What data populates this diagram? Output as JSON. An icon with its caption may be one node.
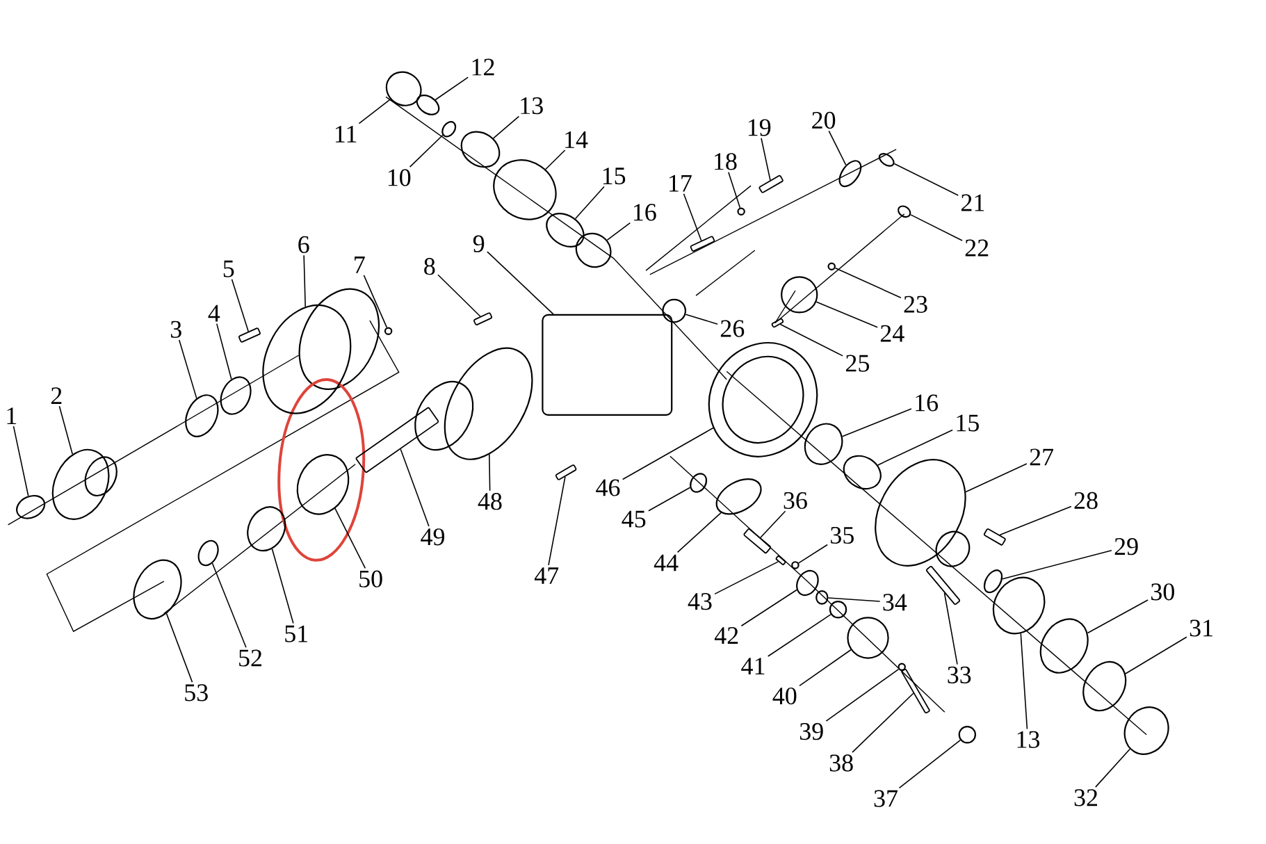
{
  "diagram": {
    "nodes": [
      {
        "text": [
          "1"
        ]
      },
      {
        "text": [
          "2"
        ]
      },
      {
        "text": [
          "3"
        ]
      },
      {
        "text": [
          "4"
        ]
      },
      {
        "text": [
          "5"
        ]
      },
      {
        "text": [
          "6"
        ]
      },
      {
        "text": [
          "7"
        ]
      },
      {
        "text": [
          "8"
        ]
      },
      {
        "text": [
          "9"
        ]
      },
      {
        "text": [
          "10"
        ]
      },
      {
        "text": [
          "11"
        ]
      },
      {
        "text": [
          "12"
        ]
      },
      {
        "text": [
          "13"
        ]
      },
      {
        "text": [
          "14"
        ]
      },
      {
        "text": [
          "15"
        ]
      },
      {
        "text": [
          "16"
        ]
      },
      {
        "text": [
          "17"
        ]
      },
      {
        "text": [
          "18"
        ]
      },
      {
        "text": [
          "19"
        ]
      },
      {
        "text": [
          "20"
        ]
      },
      {
        "text": [
          "21"
        ]
      },
      {
        "text": [
          "22"
        ]
      },
      {
        "text": [
          "23"
        ]
      },
      {
        "text": [
          "24"
        ]
      },
      {
        "text": [
          "25"
        ]
      },
      {
        "text": [
          "26"
        ]
      },
      {
        "text": [
          "16"
        ]
      },
      {
        "text": [
          "15"
        ]
      },
      {
        "text": [
          "27"
        ]
      },
      {
        "text": [
          "28"
        ]
      },
      {
        "text": [
          "29"
        ]
      },
      {
        "text": [
          "30"
        ]
      },
      {
        "text": [
          "31"
        ]
      },
      {
        "text": [
          "32"
        ]
      },
      {
        "text": [
          "13"
        ]
      },
      {
        "text": [
          "33"
        ]
      },
      {
        "text": [
          "34"
        ]
      },
      {
        "text": [
          "35"
        ]
      },
      {
        "text": [
          "36"
        ]
      },
      {
        "text": [
          "37"
        ]
      },
      {
        "text": [
          "38"
        ]
      },
      {
        "text": [
          "39"
        ]
      },
      {
        "text": [
          "40"
        ]
      },
      {
        "text": [
          "41"
        ]
      },
      {
        "text": [
          "42"
        ]
      },
      {
        "text": [
          "43"
        ]
      },
      {
        "text": [
          "44"
        ]
      },
      {
        "text": [
          "45"
        ]
      },
      {
        "text": [
          "46"
        ]
      },
      {
        "text": [
          "47"
        ]
      },
      {
        "text": [
          "48"
        ]
      },
      {
        "text": [
          "49"
        ]
      },
      {
        "text": [
          "50"
        ]
      },
      {
        "text": [
          "51"
        ]
      },
      {
        "text": [
          "52"
        ]
      },
      {
        "text": [
          "53"
        ]
      },
      {
        "text": [],
        "shape": "circle"
      },
      {
        "text": [],
        "shape": "circle"
      },
      {
        "text": [],
        "shape": "circle"
      },
      {
        "text": [],
        "shape": "circle"
      },
      {
        "text": [],
        "shape": "bar"
      },
      {
        "text": [],
        "shape": "circle"
      },
      {
        "text": [],
        "shape": "circle"
      },
      {
        "text": [],
        "shape": "bar"
      },
      {
        "text": [],
        "shape": "box"
      },
      {
        "text": [],
        "shape": "circle"
      },
      {
        "text": [],
        "shape": "circle"
      },
      {
        "text": [],
        "shape": "circle"
      },
      {
        "text": [],
        "shape": "circle"
      },
      {
        "text": [],
        "shape": "circle"
      },
      {
        "text": [],
        "shape": "circle"
      },
      {
        "text": [],
        "shape": "circle"
      },
      {
        "text": [],
        "shape": "bar"
      },
      {
        "text": [],
        "shape": "circle"
      },
      {
        "text": [],
        "shape": "bar"
      },
      {
        "text": [],
        "shape": "circle"
      },
      {
        "text": [],
        "shape": "circle"
      },
      {
        "text": [],
        "shape": "circle"
      },
      {
        "text": [],
        "shape": "circle"
      },
      {
        "text": [],
        "shape": "circle"
      },
      {
        "text": [],
        "shape": "bar"
      },
      {
        "text": [],
        "shape": "circle"
      },
      {
        "text": [],
        "shape": "circle"
      },
      {
        "text": [],
        "shape": "circle"
      },
      {
        "text": [],
        "shape": "circle"
      },
      {
        "text": [],
        "shape": "bar"
      },
      {
        "text": [],
        "shape": "circle"
      },
      {
        "text": [],
        "shape": "circle"
      },
      {
        "text": [],
        "shape": "circle"
      },
      {
        "text": [],
        "shape": "circle"
      },
      {
        "text": [],
        "shape": "circle"
      },
      {
        "text": [],
        "shape": "bar"
      },
      {
        "text": [],
        "shape": "circle"
      },
      {
        "text": [],
        "shape": "circle"
      },
      {
        "text": [],
        "shape": "bar"
      },
      {
        "text": [],
        "shape": "circle"
      },
      {
        "text": [],
        "shape": "bar"
      },
      {
        "text": [],
        "shape": "circle"
      },
      {
        "text": [],
        "shape": "circle"
      },
      {
        "text": [],
        "shape": "circle"
      },
      {
        "text": [],
        "shape": "circle"
      },
      {
        "text": [],
        "shape": "bar"
      },
      {
        "text": [],
        "shape": "circle"
      },
      {
        "text": [],
        "shape": "circle"
      },
      {
        "text": [],
        "shape": "circle"
      },
      {
        "text": [],
        "shape": "bar"
      },
      {
        "text": [],
        "shape": "circle"
      },
      {
        "text": [],
        "shape": "bar"
      },
      {
        "text": [],
        "shape": "circle"
      },
      {
        "text": [],
        "shape": "circle"
      },
      {
        "text": [],
        "shape": "circle"
      },
      {
        "text": [],
        "shape": "circle"
      }
    ],
    "edges": [
      {
        "from": 0,
        "to": 56,
        "arrow": "none"
      },
      {
        "from": 1,
        "to": 57,
        "arrow": "none"
      },
      {
        "from": 2,
        "to": 58,
        "arrow": "none"
      },
      {
        "from": 3,
        "to": 59,
        "arrow": "none"
      },
      {
        "from": 4,
        "to": 60,
        "arrow": "none"
      },
      {
        "from": 5,
        "to": 61,
        "arrow": "none"
      },
      {
        "from": 6,
        "to": 62,
        "arrow": "none"
      },
      {
        "from": 7,
        "to": 63,
        "arrow": "none"
      },
      {
        "from": 8,
        "to": 64,
        "arrow": "none"
      },
      {
        "from": 9,
        "to": 65,
        "arrow": "none"
      },
      {
        "from": 10,
        "to": 66,
        "arrow": "none"
      },
      {
        "from": 11,
        "to": 67,
        "arrow": "none"
      },
      {
        "from": 12,
        "to": 68,
        "arrow": "none"
      },
      {
        "from": 13,
        "to": 69,
        "arrow": "none"
      },
      {
        "from": 14,
        "to": 70,
        "arrow": "none"
      },
      {
        "from": 15,
        "to": 71,
        "arrow": "none"
      },
      {
        "from": 16,
        "to": 72,
        "arrow": "none"
      },
      {
        "from": 17,
        "to": 73,
        "arrow": "none"
      },
      {
        "from": 18,
        "to": 74,
        "arrow": "none"
      },
      {
        "from": 19,
        "to": 75,
        "arrow": "none"
      },
      {
        "from": 20,
        "to": 76,
        "arrow": "none"
      },
      {
        "from": 21,
        "to": 77,
        "arrow": "none"
      },
      {
        "from": 22,
        "to": 78,
        "arrow": "none"
      },
      {
        "from": 23,
        "to": 79,
        "arrow": "none"
      },
      {
        "from": 24,
        "to": 80,
        "arrow": "none"
      },
      {
        "from": 25,
        "to": 81,
        "arrow": "none"
      },
      {
        "from": 26,
        "to": 82,
        "arrow": "none"
      },
      {
        "from": 27,
        "to": 83,
        "arrow": "none"
      },
      {
        "from": 28,
        "to": 84,
        "arrow": "none"
      },
      {
        "from": 29,
        "to": 85,
        "arrow": "none"
      },
      {
        "from": 30,
        "to": 86,
        "arrow": "none"
      },
      {
        "from": 31,
        "to": 87,
        "arrow": "none"
      },
      {
        "from": 32,
        "to": 88,
        "arrow": "none"
      },
      {
        "from": 33,
        "to": 89,
        "arrow": "none"
      },
      {
        "from": 34,
        "to": 90,
        "arrow": "none"
      },
      {
        "from": 35,
        "to": 91,
        "arrow": "none"
      },
      {
        "from": 36,
        "to": 92,
        "arrow": "none"
      },
      {
        "from": 37,
        "to": 93,
        "arrow": "none"
      },
      {
        "from": 38,
        "to": 94,
        "arrow": "none"
      },
      {
        "from": 39,
        "to": 95,
        "arrow": "none"
      },
      {
        "from": 40,
        "to": 96,
        "arrow": "none"
      },
      {
        "from": 41,
        "to": 97,
        "arrow": "none"
      },
      {
        "from": 42,
        "to": 98,
        "arrow": "none"
      },
      {
        "from": 43,
        "to": 99,
        "arrow": "none"
      },
      {
        "from": 44,
        "to": 100,
        "arrow": "none"
      },
      {
        "from": 45,
        "to": 101,
        "arrow": "none"
      },
      {
        "from": 46,
        "to": 102,
        "arrow": "none"
      },
      {
        "from": 47,
        "to": 103,
        "arrow": "none"
      },
      {
        "from": 48,
        "to": 104,
        "arrow": "none"
      },
      {
        "from": 49,
        "to": 105,
        "arrow": "none"
      },
      {
        "from": 50,
        "to": 106,
        "arrow": "none"
      },
      {
        "from": 51,
        "to": 107,
        "arrow": "none"
      },
      {
        "from": 52,
        "to": 108,
        "arrow": "none"
      },
      {
        "from": 53,
        "to": 109,
        "arrow": "none"
      },
      {
        "from": 54,
        "to": 110,
        "arrow": "none"
      },
      {
        "from": 55,
        "to": 111,
        "arrow": "none"
      }
    ]
  }
}
